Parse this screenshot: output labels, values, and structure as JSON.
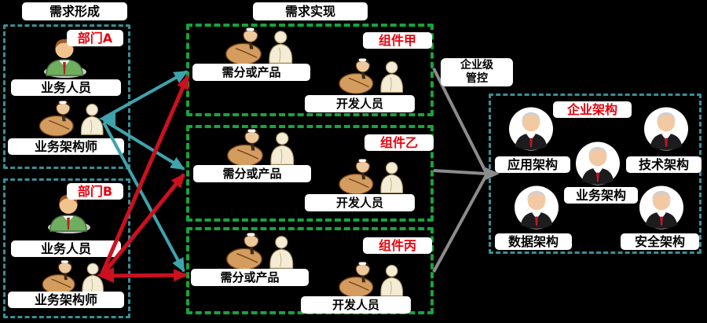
{
  "titles": {
    "formation": "需求形成",
    "implementation": "需求实现"
  },
  "departments": [
    {
      "name": "部门A",
      "business_role": "业务人员",
      "architect_role": "业务架构师"
    },
    {
      "name": "部门B",
      "business_role": "业务人员",
      "architect_role": "业务架构师"
    }
  ],
  "components": [
    {
      "name": "组件甲",
      "requirement_role": "需分或产品",
      "dev_role": "开发人员"
    },
    {
      "name": "组件乙",
      "requirement_role": "需分或产品",
      "dev_role": "开发人员"
    },
    {
      "name": "组件丙",
      "requirement_role": "需分或产品",
      "dev_role": "开发人员"
    }
  ],
  "enterprise": {
    "name": "企业架构",
    "roles": {
      "application": "应用架构",
      "technology": "技术架构",
      "business": "业务架构",
      "data": "数据架构",
      "security": "安全架构"
    }
  },
  "annotations": {
    "governance_line1": "企业级",
    "governance_line2": "管控"
  },
  "colors": {
    "background": "#000000",
    "department_border": "#3a8e96",
    "component_border": "#18a33c",
    "enterprise_border": "#3a8e96",
    "arrow_teal": "#3fa3ad",
    "arrow_red": "#cc1020",
    "arrow_gray": "#8c8c8c",
    "accent_red_text": "#e8000d"
  }
}
